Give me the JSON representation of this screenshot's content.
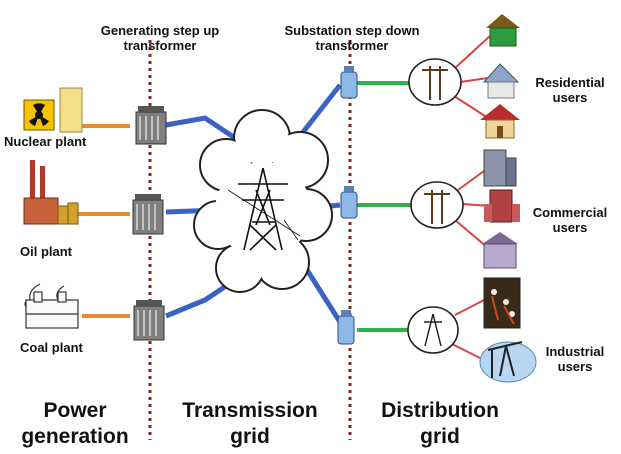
{
  "header": {
    "gen_transformer_line1": "Generating step up",
    "gen_transformer_line2": "transformer",
    "sub_transformer_line1": "Substation step down",
    "sub_transformer_line2": "transformer"
  },
  "plants": {
    "nuclear": "Nuclear plant",
    "oil": "Oil plant",
    "coal": "Coal plant"
  },
  "users": {
    "residential_line1": "Residential",
    "residential_line2": "users",
    "commercial_line1": "Commercial",
    "commercial_line2": "users",
    "industrial_line1": "Industrial",
    "industrial_line2": "users"
  },
  "sections": {
    "power_line1": "Power",
    "power_line2": "generation",
    "transmission_line1": "Transmission",
    "transmission_line2": "grid",
    "distribution_line1": "Distribution",
    "distribution_line2": "grid"
  },
  "colors": {
    "transmission_line": "#3a63c4",
    "plant_feed": "#e88a2e",
    "distribution_feed": "#2db34a",
    "user_link": "#d64545",
    "divider": "#8a2020"
  }
}
